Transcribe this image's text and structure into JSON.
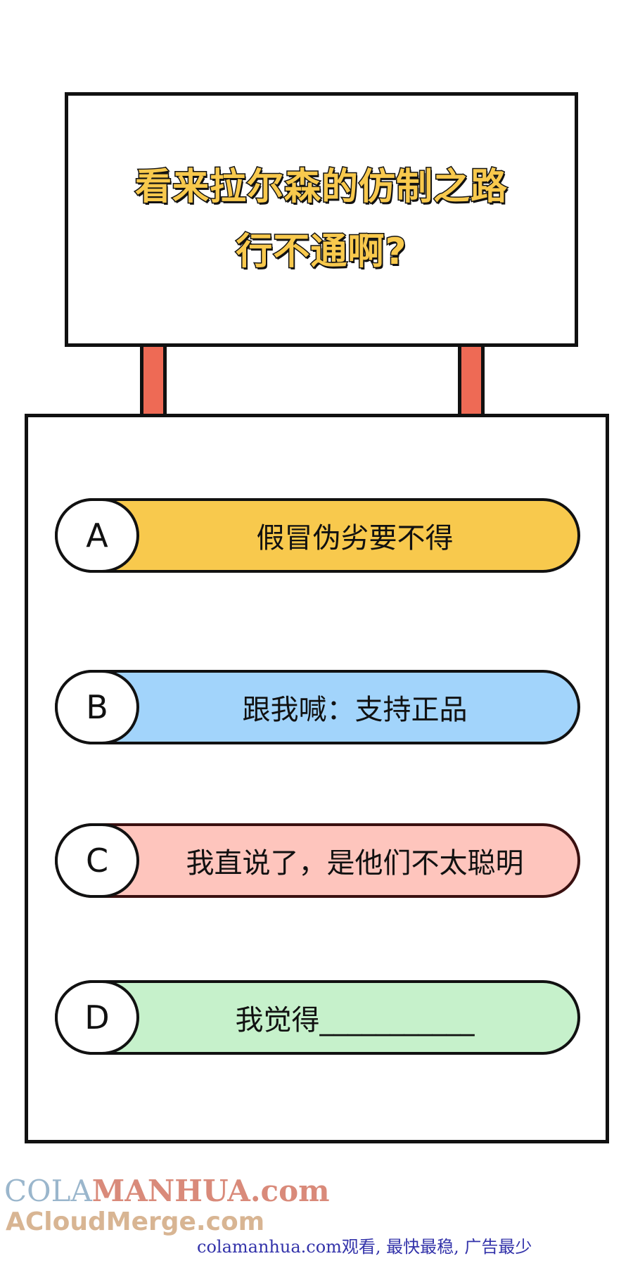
{
  "sign": {
    "line1": "看来拉尔森的仿制之路",
    "line2": "行不通啊?"
  },
  "options": [
    {
      "letter": "A",
      "text": "假冒伪劣要不得",
      "color": "#f8c94d"
    },
    {
      "letter": "B",
      "text": "跟我喊：支持正品",
      "color": "#a2d4fb"
    },
    {
      "letter": "C",
      "text": "我直说了，是他们不太聪明",
      "color": "#fec5bd"
    },
    {
      "letter": "D",
      "text": "我觉得___________",
      "color": "#c6f1cb"
    }
  ],
  "watermark": {
    "brand_part1": "COLA",
    "brand_part2": "MANHUA.com",
    "sub": "ACloudMerge.com",
    "footer": "colamanhua.com观看, 最快最稳, 广告最少"
  },
  "colors": {
    "post": "#ee6a55",
    "title_fill": "#f8c94d",
    "outline": "#111111"
  }
}
